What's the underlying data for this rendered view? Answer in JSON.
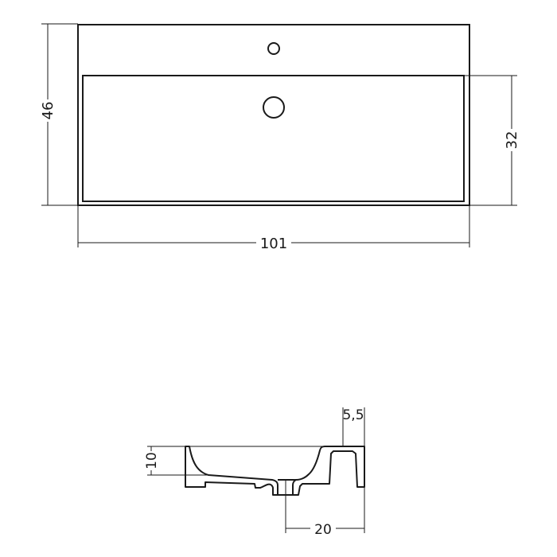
{
  "drawing": {
    "subject": "washbasin technical drawing",
    "line_color": "#1a1a1a",
    "background": "#ffffff"
  },
  "top_view": {
    "dimensions": {
      "depth": "46",
      "basin_depth": "32",
      "width": "101"
    },
    "features": [
      "tap-hole",
      "drain-hole",
      "basin-outline",
      "outer-outline"
    ]
  },
  "section_view": {
    "dimensions": {
      "basin_height": "10",
      "rim_width": "5,5",
      "drain_offset": "20"
    }
  }
}
